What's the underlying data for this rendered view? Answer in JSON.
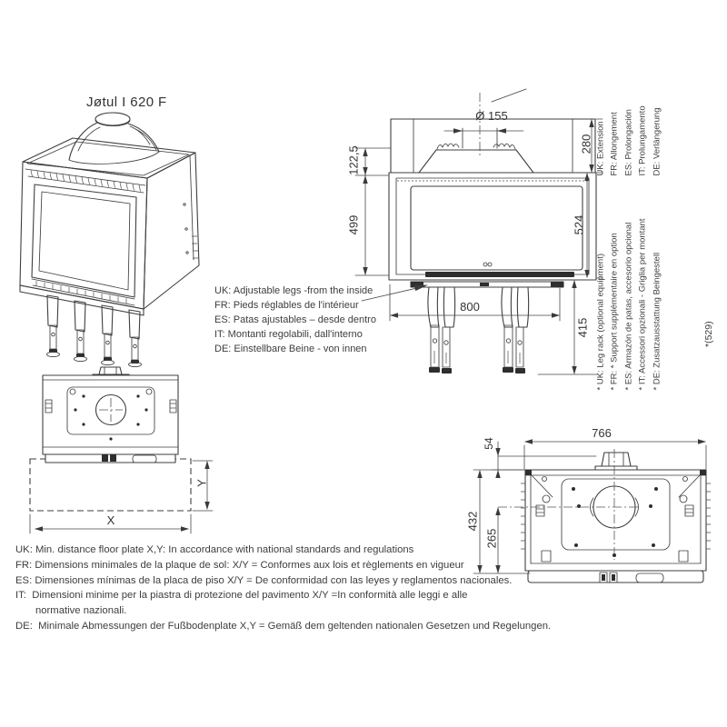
{
  "page": {
    "title": "Jøtul I 620 F"
  },
  "front_view": {
    "flue_diameter": "Ø 155",
    "extension_height": "280",
    "collar_offset": "122,5",
    "door_height": "499",
    "body_height": "524",
    "width": "800",
    "leg_height": "415"
  },
  "top_view": {
    "width": "766",
    "collar_to_front": "54",
    "depth": "432",
    "center_to_front": "265"
  },
  "floor_plate": {
    "x": "X",
    "y": "Y"
  },
  "notes": {
    "extension": [
      "UK: Extension",
      "FR: Allongement",
      "ES: Prolongación",
      "IT: Prolungamento",
      "DE: Verlängerung"
    ],
    "leg_rack": [
      "* UK: Leg rack (optional equipment)",
      "* FR: * Support supplémentaire en option",
      "* ES: Armazón de patas, accesorio opcional",
      "* IT: Accessori opzionali - Griglia per montant",
      "* DE: Zusatzausstattung Beingestell"
    ],
    "leg_rack_footnote": "*(529)",
    "adjustable_legs": [
      "UK: Adjustable legs -from the inside",
      "FR: Pieds réglables de l'intérieur",
      "ES: Patas ajustables – desde dentro",
      "IT: Montanti regolabili, dall'interno",
      "DE: Einstellbare Beine - von innen"
    ],
    "floor_plate": [
      "UK: Min. distance floor plate X,Y: In accordance with national standards and regulations",
      "FR: Dimensions minimales de la plaque de sol: X/Y = Conformes aux lois et règlements en vigueur",
      "ES: Dimensiones mínimas de la placa de piso X/Y = De conformidad con las leyes y reglamentos nacionales.",
      "IT:  Dimensioni minime per la piastra di protezione del pavimento X/Y =In conformità alle leggi e alle",
      "       normative nazionali.",
      "DE:  Minimale Abmessungen der Fußbodenplate X,Y = Gemäß dem geltenden nationalen Gesetzen und Regelungen."
    ]
  }
}
